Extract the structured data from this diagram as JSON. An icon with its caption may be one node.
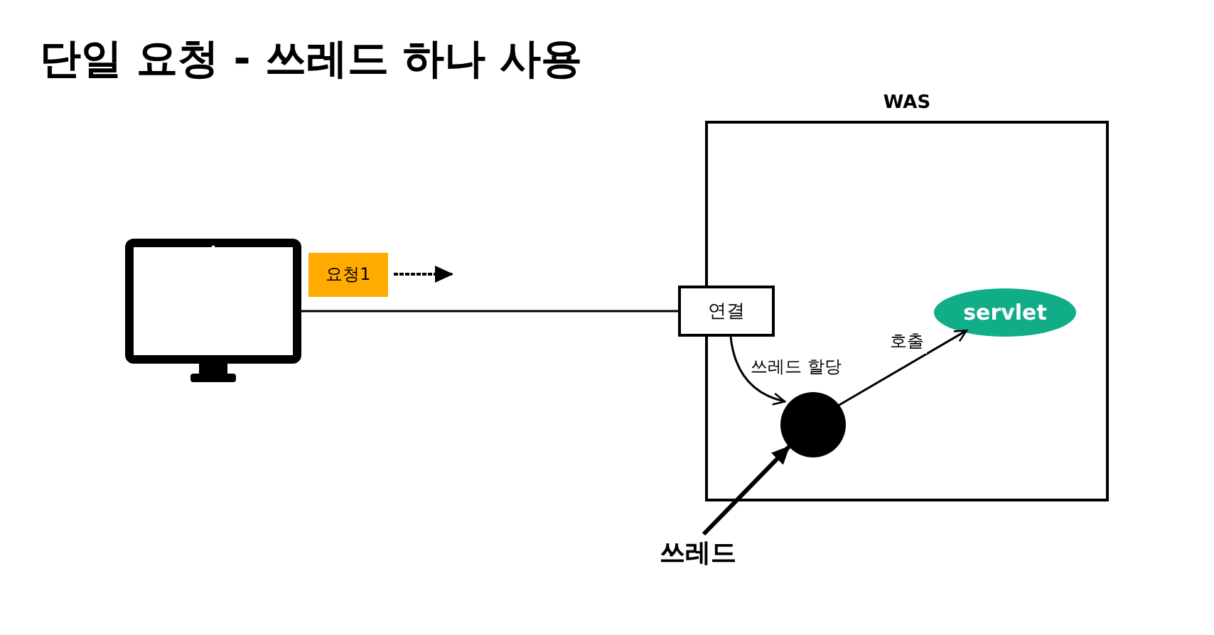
{
  "diagram": {
    "title": "단일 요청 - 쓰레드 하나 사용",
    "nodes": [
      {
        "text": [],
        "shape": "monitor"
      },
      {
        "text": [
          "요청1"
        ]
      },
      {
        "text": [
          "WAS"
        ]
      },
      {
        "text": [
          "연결"
        ]
      },
      {
        "text": [],
        "shape": "circle",
        "in": 2
      },
      {
        "text": [
          "servlet"
        ],
        "in": 2
      },
      {
        "text": [
          "쓰레드"
        ]
      }
    ],
    "edges": [
      {
        "from": 0,
        "to": 3,
        "arrow": "none"
      },
      {
        "from": 3,
        "to": 4,
        "arrow": "to",
        "label": "쓰레드 할당"
      },
      {
        "from": 4,
        "to": 5,
        "arrow": "to",
        "label": "호출"
      },
      {
        "from": 6,
        "to": 4,
        "arrow": "to",
        "style": "thick"
      }
    ]
  }
}
